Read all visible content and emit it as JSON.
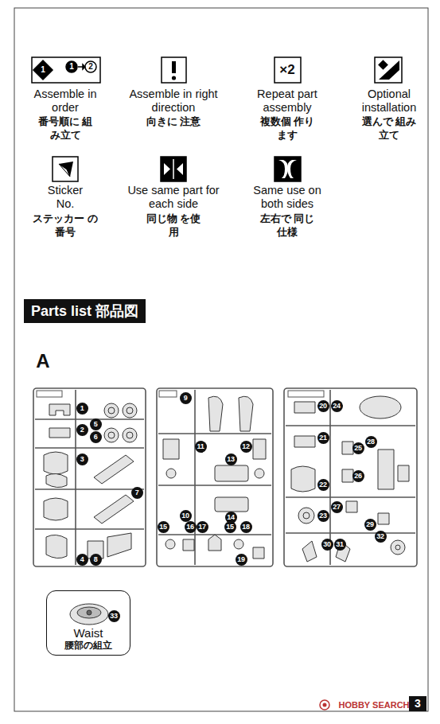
{
  "diagram": {
    "nodes": [
      {
        "text": [
          "Parts list 部品図"
        ]
      },
      {
        "text": [
          "1"
        ]
      },
      {
        "text": [
          "2"
        ]
      },
      {
        "text": [
          "3"
        ]
      },
      {
        "text": [
          "4"
        ]
      },
      {
        "text": [
          "5"
        ]
      },
      {
        "text": [
          "6"
        ]
      },
      {
        "text": [
          "7"
        ]
      },
      {
        "text": [
          "8"
        ]
      },
      {
        "text": [
          "9"
        ]
      },
      {
        "text": [
          "10"
        ]
      },
      {
        "text": [
          "11"
        ]
      },
      {
        "text": [
          "12"
        ]
      },
      {
        "text": [
          "13"
        ]
      },
      {
        "text": [
          "14"
        ]
      },
      {
        "text": [
          "15"
        ]
      },
      {
        "text": [
          "15"
        ]
      },
      {
        "text": [
          "16"
        ]
      },
      {
        "text": [
          "17"
        ]
      },
      {
        "text": [
          "18"
        ]
      },
      {
        "text": [
          "19"
        ]
      },
      {
        "text": [
          "20"
        ]
      },
      {
        "text": [
          "21"
        ]
      },
      {
        "text": [
          "22"
        ]
      },
      {
        "text": [
          "23"
        ]
      },
      {
        "text": [
          "24"
        ]
      },
      {
        "text": [
          "25"
        ]
      },
      {
        "text": [
          "26"
        ]
      },
      {
        "text": [
          "27"
        ]
      },
      {
        "text": [
          "28"
        ]
      },
      {
        "text": [
          "29"
        ]
      },
      {
        "text": [
          "30"
        ]
      },
      {
        "text": [
          "31"
        ]
      },
      {
        "text": [
          "32"
        ]
      },
      {
        "text": [
          "Waist",
          "腰部の組立"
        ]
      },
      {
        "text": [
          "33"
        ],
        "in": 34
      },
      {
        "text": [
          "3"
        ]
      }
    ],
    "labels": [
      "1",
      "1",
      "2",
      "Assemble in order",
      "番号順に 組み立て",
      "Assemble in right direction",
      "向きに 注意",
      "×2",
      "Repeat part assembly",
      "複数個 作ります",
      "Optional installation",
      "選んで 組み立て",
      "Sticker No.",
      "ステッカー の番号",
      "Use same part for each side",
      "同じ物 を使用",
      "Same use on both sides",
      "左右で 同じ仕様",
      "A",
      "HOBBY SEARCH"
    ]
  }
}
